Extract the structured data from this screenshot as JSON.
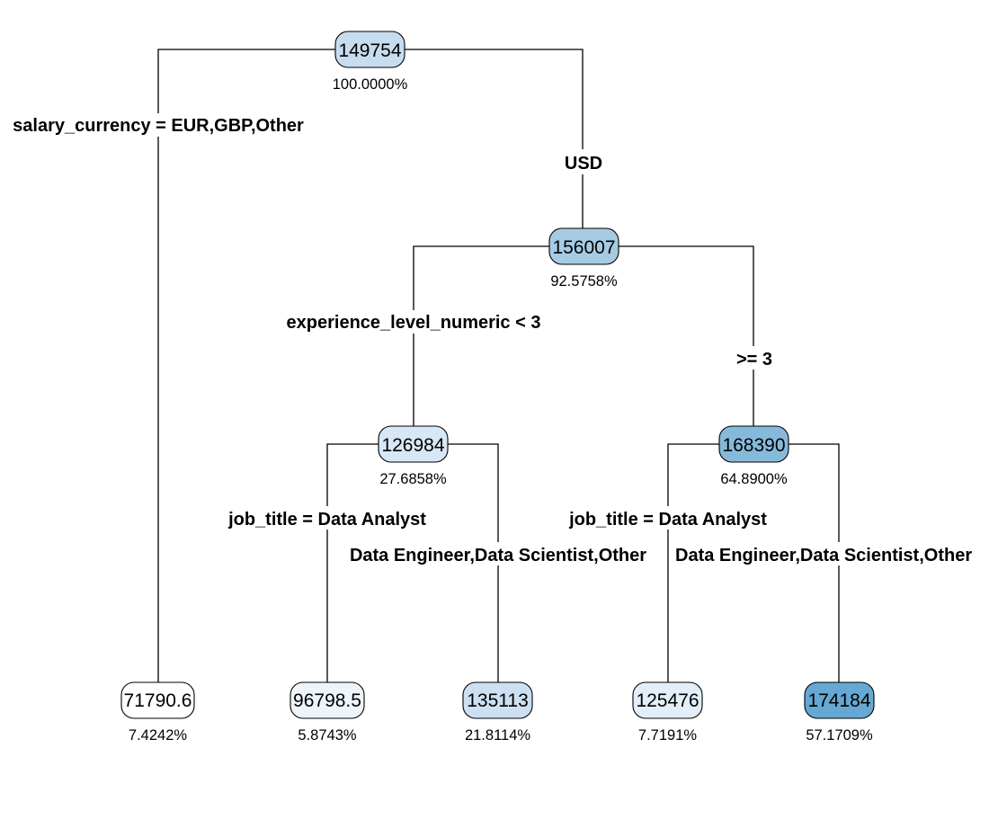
{
  "tree": {
    "root": {
      "value": "149754",
      "percent": "100.0000%",
      "fill": "#c7dcef",
      "left_label": "salary_currency = EUR,GBP,Other",
      "right_label": "USD"
    },
    "usd": {
      "value": "156007",
      "percent": "92.5758%",
      "fill": "#a6cbe3",
      "left_label": "experience_level_numeric < 3",
      "right_label": ">= 3"
    },
    "exp_low": {
      "value": "126984",
      "percent": "27.6858%",
      "fill": "#d8e7f5",
      "left_label": "job_title = Data Analyst",
      "right_label": "Data Engineer,Data Scientist,Other"
    },
    "exp_high": {
      "value": "168390",
      "percent": "64.8900%",
      "fill": "#86badb",
      "left_label": "job_title = Data Analyst",
      "right_label": "Data Engineer,Data Scientist,Other"
    },
    "leaves": [
      {
        "value": "71790.6",
        "percent": "7.4242%",
        "fill": "#ffffff"
      },
      {
        "value": "96798.5",
        "percent": "5.8743%",
        "fill": "#eef4fb"
      },
      {
        "value": "135113",
        "percent": "21.8114%",
        "fill": "#cde0f2"
      },
      {
        "value": "125476",
        "percent": "7.7191%",
        "fill": "#e2eef9"
      },
      {
        "value": "174184",
        "percent": "57.1709%",
        "fill": "#65a8d3"
      }
    ]
  }
}
